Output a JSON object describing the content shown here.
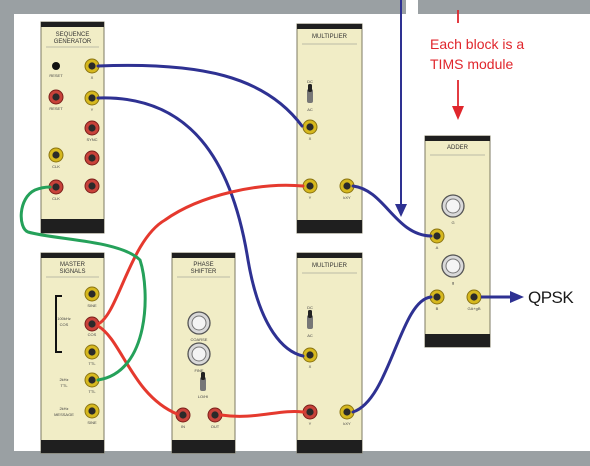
{
  "annotation": {
    "line1": "Each block is a",
    "line2": "TIMS module"
  },
  "output_label": "QPSK",
  "modules": {
    "seqgen": {
      "title1": "SEQUENCE",
      "title2": "GENERATOR",
      "labels": [
        "RESET",
        "RESET",
        "SYNC",
        "CLK",
        "CLK",
        "X",
        "Y"
      ]
    },
    "master": {
      "title1": "MASTER",
      "title2": "SIGNALS",
      "labels": [
        "100kHz",
        "SINE",
        "100kHz",
        "COS",
        "TTL",
        "2kHz",
        "TTL",
        "SINE",
        "2kHz",
        "MESSAGE",
        "SINE"
      ]
    },
    "phase": {
      "title1": "PHASE",
      "title2": "SHIFTER",
      "labels": [
        "COARSE",
        "FINE",
        "LO/HI",
        "IN",
        "OUT"
      ]
    },
    "mult1": {
      "title": "MULTIPLIER",
      "labels": [
        "DC",
        "AC",
        "X",
        "Y",
        "kXY"
      ]
    },
    "mult2": {
      "title": "MULTIPLIER",
      "labels": [
        "DC",
        "AC",
        "X",
        "Y",
        "kXY"
      ]
    },
    "adder": {
      "title": "ADDER",
      "labels": [
        "G",
        "g",
        "A",
        "B",
        "GA+gB"
      ]
    }
  },
  "colors": {
    "frame": "#9aa0a3",
    "panel": "#f1edc6",
    "blue_wire": "#2e3192",
    "red_wire": "#e5392e",
    "green_wire": "#25a15a",
    "annotation": "#e0262c"
  }
}
